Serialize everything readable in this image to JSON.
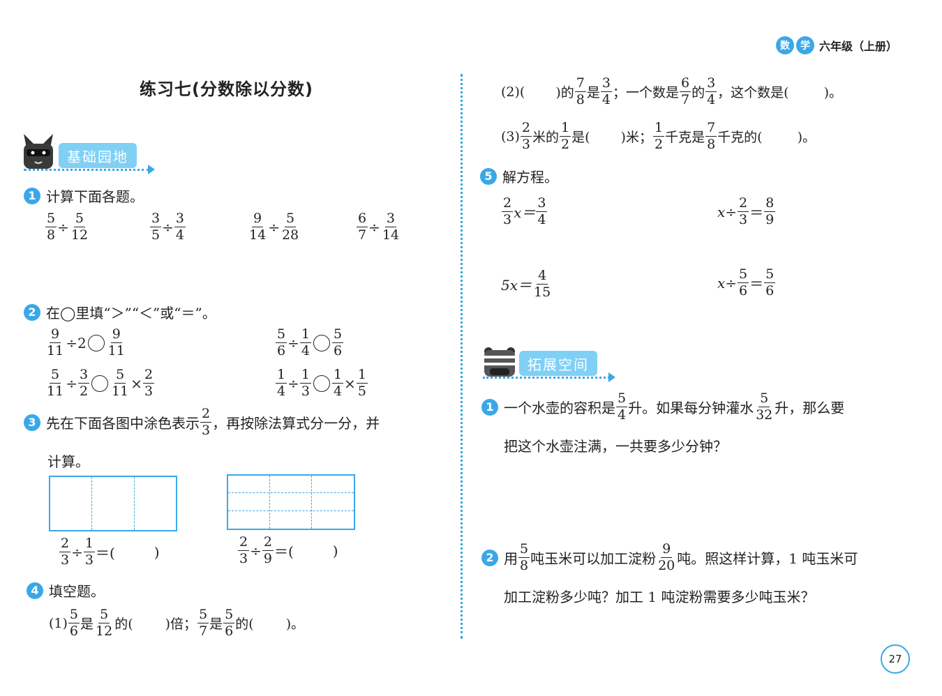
{
  "header": {
    "subject_char1": "数",
    "subject_char2": "学",
    "grade": "六年级（上册）"
  },
  "left": {
    "title": "练习七(分数除以分数)",
    "section": "基础园地",
    "q1": {
      "num": "1",
      "text": "计算下面各题。",
      "items": [
        {
          "a": [
            "5",
            "8"
          ],
          "b": [
            "5",
            "12"
          ]
        },
        {
          "a": [
            "3",
            "5"
          ],
          "b": [
            "3",
            "4"
          ]
        },
        {
          "a": [
            "9",
            "14"
          ],
          "b": [
            "5",
            "28"
          ]
        },
        {
          "a": [
            "6",
            "7"
          ],
          "b": [
            "3",
            "14"
          ]
        }
      ],
      "op": "÷"
    },
    "q2": {
      "num": "2",
      "text": "在◯里填“＞”“＜”或“＝”。",
      "r1a": {
        "f1": [
          "9",
          "11"
        ],
        "mid": "÷2",
        "f2": [
          "9",
          "11"
        ]
      },
      "r1b": {
        "f1": [
          "5",
          "6"
        ],
        "f2": [
          "1",
          "4"
        ],
        "f3": [
          "5",
          "6"
        ]
      },
      "r2a": {
        "f1": [
          "5",
          "11"
        ],
        "f2": [
          "3",
          "2"
        ],
        "f3": [
          "5",
          "11"
        ],
        "f4": [
          "2",
          "3"
        ]
      },
      "r2b": {
        "f1": [
          "1",
          "4"
        ],
        "f2": [
          "1",
          "3"
        ],
        "f3": [
          "1",
          "4"
        ],
        "f4": [
          "1",
          "5"
        ]
      },
      "div": "÷",
      "mul": "×"
    },
    "q3": {
      "num": "3",
      "text1": "先在下面各图中涂色表示",
      "frac": [
        "2",
        "3"
      ],
      "text2": "，再按除法算式分一分，并",
      "text3": "计算。",
      "e1": {
        "f1": [
          "2",
          "3"
        ],
        "f2": [
          "1",
          "3"
        ]
      },
      "e2": {
        "f1": [
          "2",
          "3"
        ],
        "f2": [
          "2",
          "9"
        ]
      },
      "eq": "＝(",
      "close": ")"
    },
    "q4": {
      "num": "4",
      "text": "填空题。",
      "p1": {
        "label": "(1)",
        "f1": [
          "5",
          "6"
        ],
        "t1": "是",
        "f2": [
          "5",
          "12"
        ],
        "t2": "的(",
        "t3": ")倍；",
        "f3": [
          "5",
          "7"
        ],
        "t4": "是",
        "f4": [
          "5",
          "6"
        ],
        "t5": "的(",
        "t6": ")。"
      }
    }
  },
  "right": {
    "p2": {
      "label": "(2)(",
      "t1": ")的",
      "f1": [
        "7",
        "8"
      ],
      "t2": "是",
      "f2": [
        "3",
        "4"
      ],
      "t3": "；一个数是",
      "f3": [
        "6",
        "7"
      ],
      "t4": "的",
      "f4": [
        "3",
        "4"
      ],
      "t5": "，这个数是(",
      "t6": ")。"
    },
    "p3": {
      "label": "(3)",
      "f1": [
        "2",
        "3"
      ],
      "t1": "米的",
      "f2": [
        "1",
        "2"
      ],
      "t2": "是(",
      "t3": ")米；",
      "f3": [
        "1",
        "2"
      ],
      "t4": "千克是",
      "f4": [
        "7",
        "8"
      ],
      "t5": "千克的(",
      "t6": ")。"
    },
    "q5": {
      "num": "5",
      "text": "解方程。",
      "e1": {
        "f1": [
          "2",
          "3"
        ],
        "t": "x＝",
        "f2": [
          "3",
          "4"
        ]
      },
      "e2": {
        "t1": "x÷",
        "f1": [
          "2",
          "3"
        ],
        "t2": "＝",
        "f2": [
          "8",
          "9"
        ]
      },
      "e3": {
        "t": "5x＝",
        "f1": [
          "4",
          "15"
        ]
      },
      "e4": {
        "t1": "x÷",
        "f1": [
          "5",
          "6"
        ],
        "t2": "＝",
        "f2": [
          "5",
          "6"
        ]
      }
    },
    "section": "拓展空间",
    "ex1": {
      "num": "1",
      "t1": "一个水壶的容积是",
      "f1": [
        "5",
        "4"
      ],
      "t2": "升。如果每分钟灌水",
      "f2": [
        "5",
        "32"
      ],
      "t3": "升，那么要",
      "line2": "把这个水壶注满，一共要多少分钟？"
    },
    "ex2": {
      "num": "2",
      "t1": "用",
      "f1": [
        "5",
        "8"
      ],
      "t2": "吨玉米可以加工淀粉",
      "f2": [
        "9",
        "20"
      ],
      "t3": "吨。照这样计算，1 吨玉米可",
      "line2": "加工淀粉多少吨？加工 1 吨淀粉需要多少吨玉米？"
    }
  },
  "page_number": "27"
}
